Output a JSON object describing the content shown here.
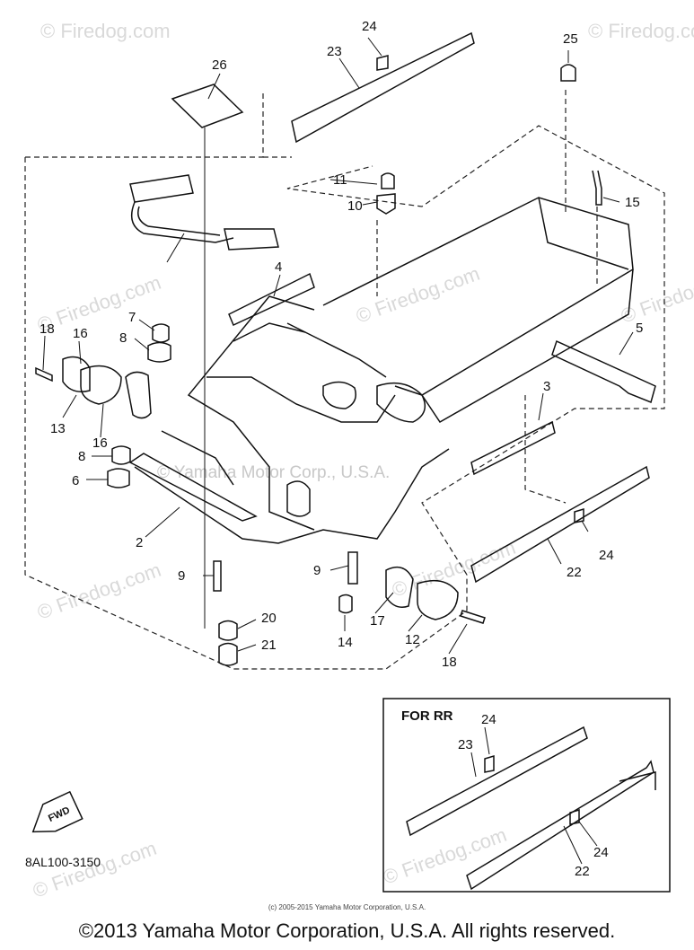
{
  "watermark": {
    "text": "© Firedog.com",
    "center_text": "© Yamaha Motor Corp., U.S.A."
  },
  "diagram": {
    "callouts": [
      "24",
      "23",
      "25",
      "26",
      "11",
      "10",
      "15",
      "4",
      "7",
      "5",
      "16",
      "8",
      "13",
      "16",
      "3",
      "8",
      "6",
      "2",
      "24",
      "22",
      "9",
      "9",
      "17",
      "12",
      "18",
      "20",
      "14",
      "21",
      "18"
    ],
    "inset": {
      "title": "FOR RR",
      "callouts": [
        "24",
        "23",
        "24",
        "22"
      ]
    },
    "fwd_label": "FWD",
    "part_code": "8AL100-3150"
  },
  "copyright_small": "(c) 2005-2015 Yamaha Motor Corporation, U.S.A.",
  "footer": "©2013 Yamaha Motor Corporation, U.S.A. All rights reserved."
}
